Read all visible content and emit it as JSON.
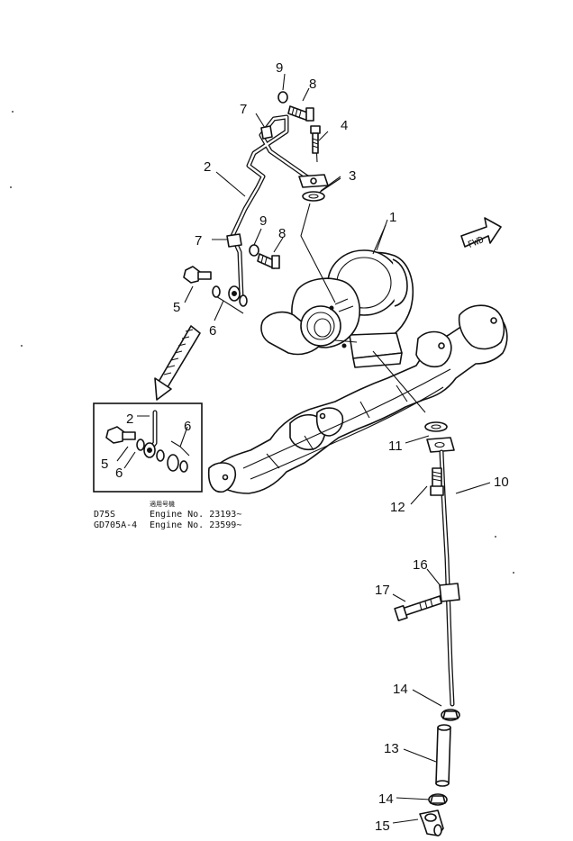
{
  "callouts": {
    "c1": "1",
    "c2_top": "2",
    "c3": "3",
    "c4": "4",
    "c5_top": "5",
    "c6_top": "6",
    "c7_upper": "7",
    "c7_lower": "7",
    "c8_upper": "8",
    "c8_lower": "8",
    "c9_upper": "9",
    "c9_lower": "9",
    "c10": "10",
    "c11": "11",
    "c12": "12",
    "c13": "13",
    "c14_upper": "14",
    "c14_lower": "14",
    "c15": "15",
    "c16": "16",
    "c17": "17"
  },
  "inset": {
    "c2": "2",
    "c5": "5",
    "c6_left": "6",
    "c6_right": "6",
    "heading": "適用号機",
    "rows": [
      {
        "model": "D75S",
        "engine": "Engine No. 23193~"
      },
      {
        "model": "GD705A-4",
        "engine": "Engine No. 23599~"
      }
    ]
  },
  "fwd_label": "FWD"
}
